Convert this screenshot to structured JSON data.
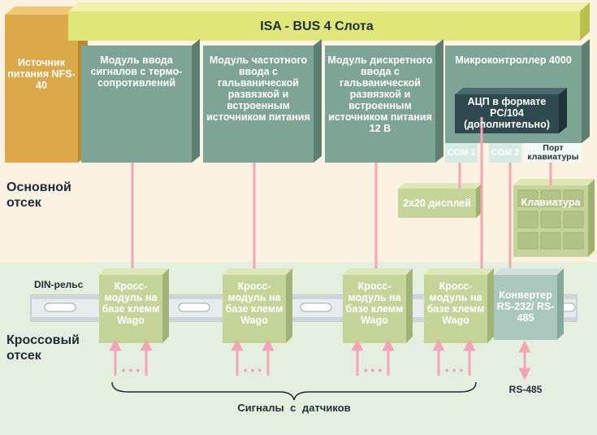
{
  "bus": {
    "title": "ISA - BUS 4 Слота"
  },
  "power": {
    "label": "Источник питания NFS-40"
  },
  "modules": [
    {
      "label": "Модуль ввода сигналов с термо-сопротивлений"
    },
    {
      "label": "Модуль частотного ввода с гальванической развязкой и встроенным источником питания"
    },
    {
      "label": "Модуль дискретного ввода с гальванической развязкой и встроенным источником питания 12 В"
    }
  ],
  "mcu": {
    "label": "Микроконтроллер 4000",
    "adc": "АЦП в формате PC/104 (дополнительно)",
    "com1": "COM 1",
    "com2": "COM 2",
    "kbd_port": "Порт клавиатуры"
  },
  "display": {
    "label": "2х20 дисплей"
  },
  "keyboard": {
    "label": "Клавиатура"
  },
  "zones": {
    "main": "Основной отсек",
    "cross": "Кроссовый отсек"
  },
  "din": {
    "label": "DIN-рельс"
  },
  "cross_modules": [
    {
      "label": "Кросс-модуль на базе клемм Wago"
    },
    {
      "label": "Кросс-модуль на базе клемм Wago"
    },
    {
      "label": "Кросс-модуль на базе клемм Wago"
    },
    {
      "label": "Кросс-модуль на базе клемм Wago"
    }
  ],
  "converter": {
    "label": "Конвертер RS-232/ RS-485"
  },
  "rs485": {
    "label": "RS-485"
  },
  "dots": "• • •",
  "signals": {
    "label": "Сигналы с датчиков"
  },
  "colors": {
    "main_bg": "#fbf2e2",
    "cross_bg": "#e4efe0",
    "bus": "#dfe77a",
    "power": "#dba84a",
    "module": "#7ea495",
    "cross_module": "#c5d59a",
    "arrow": "#f3a6b2"
  }
}
